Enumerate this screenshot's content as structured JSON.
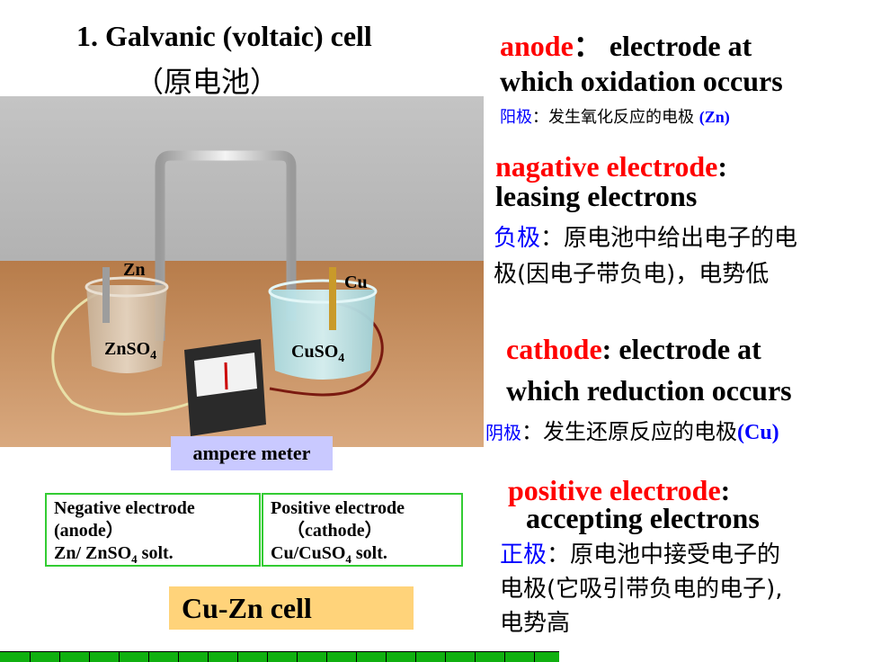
{
  "heading": {
    "title": "1. Galvanic (voltaic) cell",
    "subtitle": "（原电池）"
  },
  "scene": {
    "zn_label": "Zn",
    "cu_label": "Cu",
    "znso4_label": "ZnSO",
    "cuso4_label": "CuSO",
    "subscript": "4"
  },
  "ammeter_label": "ampere meter",
  "boxes": {
    "negative": {
      "line1": "Negative electrode",
      "line2": "(anode）",
      "line3_a": "Zn/ ZnSO",
      "line3_sub": "4",
      "line3_b": " solt."
    },
    "positive": {
      "line1": "Positive electrode",
      "line2": "（cathode）",
      "line3_a": "Cu/CuSO",
      "line3_sub": "4",
      "line3_b": " solt."
    }
  },
  "cell_name": "Cu-Zn cell",
  "definitions": {
    "anode": {
      "term": "anode",
      "sep": "：",
      "def1": " electrode at",
      "def2": "which oxidation occurs",
      "cn_term": "阳极",
      "cn_def": "：发生氧化反应的电极 ",
      "cn_note": "(Zn)"
    },
    "negative": {
      "term": "nagative electrode",
      "sep": ":",
      "def": "leasing electrons",
      "cn_term": "负极",
      "cn_def1": "：原电池中给出电子的电",
      "cn_def2": "极(因电子带负电)，电势低"
    },
    "cathode": {
      "term": "cathode",
      "def1": ": electrode at",
      "def2": "which reduction occurs",
      "cn_term": "阴极",
      "cn_def": "：发生还原反应的电极",
      "cn_note": "(Cu)"
    },
    "positive": {
      "term": "positive electrode",
      "sep": ":",
      "def": "accepting electrons",
      "cn_term": "正极",
      "cn_def1": "：原电池中接受电子的",
      "cn_def2": "电极(它吸引带负电的电子),",
      "cn_def3": "电势高"
    }
  },
  "colors": {
    "term_red": "#ff0000",
    "cn_blue": "#0000ff",
    "box_border": "#33cc33",
    "ammeter_bg": "#c9c9ff",
    "cell_bg": "#ffd37a",
    "strip": "#10b010"
  }
}
